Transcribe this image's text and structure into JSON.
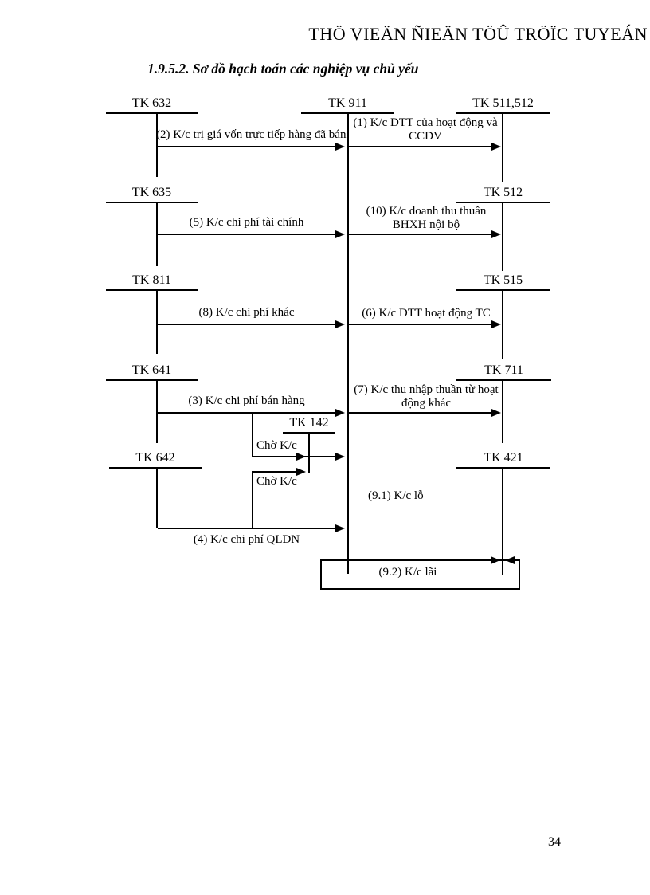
{
  "watermark": "THÖ VIEÄN ÑIEÄN TÖÛ TRÖÏC TUYEÁN",
  "title": "1.9.5.2. Sơ đồ hạch toán các nghiệp vụ chủ yếu",
  "page_number": "34",
  "diagram": {
    "line_color": "#000000",
    "accounts": {
      "tk632": "TK 632",
      "tk911": "TK 911",
      "tk511_512": "TK 511,512",
      "tk635": "TK 635",
      "tk512": "TK 512",
      "tk811": "TK 811",
      "tk515": "TK 515",
      "tk641": "TK 641",
      "tk711": "TK 711",
      "tk142": "TK 142",
      "tk642": "TK 642",
      "tk421": "TK 421"
    },
    "flows": {
      "f1_line1": "(1) K/c DTT của hoạt động và",
      "f1_line2": "CCDV",
      "f2": "(2) K/c trị giá vốn trực tiếp hàng đã bán",
      "f5": "(5) K/c chi phí tài chính",
      "f10_line1": "(10) K/c doanh thu thuần",
      "f10_line2": "BHXH nội bộ",
      "f8": "(8) K/c chi phí khác",
      "f6": "(6) K/c DTT hoạt động TC",
      "f3": "(3) K/c chi phí bán hàng",
      "f7_line1": "(7) K/c thu nhập thuần từ hoạt",
      "f7_line2": "động khác",
      "wait1": "Chờ K/c",
      "wait2": "Chờ K/c",
      "f4": "(4) K/c chi phí QLDN",
      "f9_1": "(9.1) K/c lỗ",
      "f9_2": "(9.2) K/c lãi"
    }
  }
}
